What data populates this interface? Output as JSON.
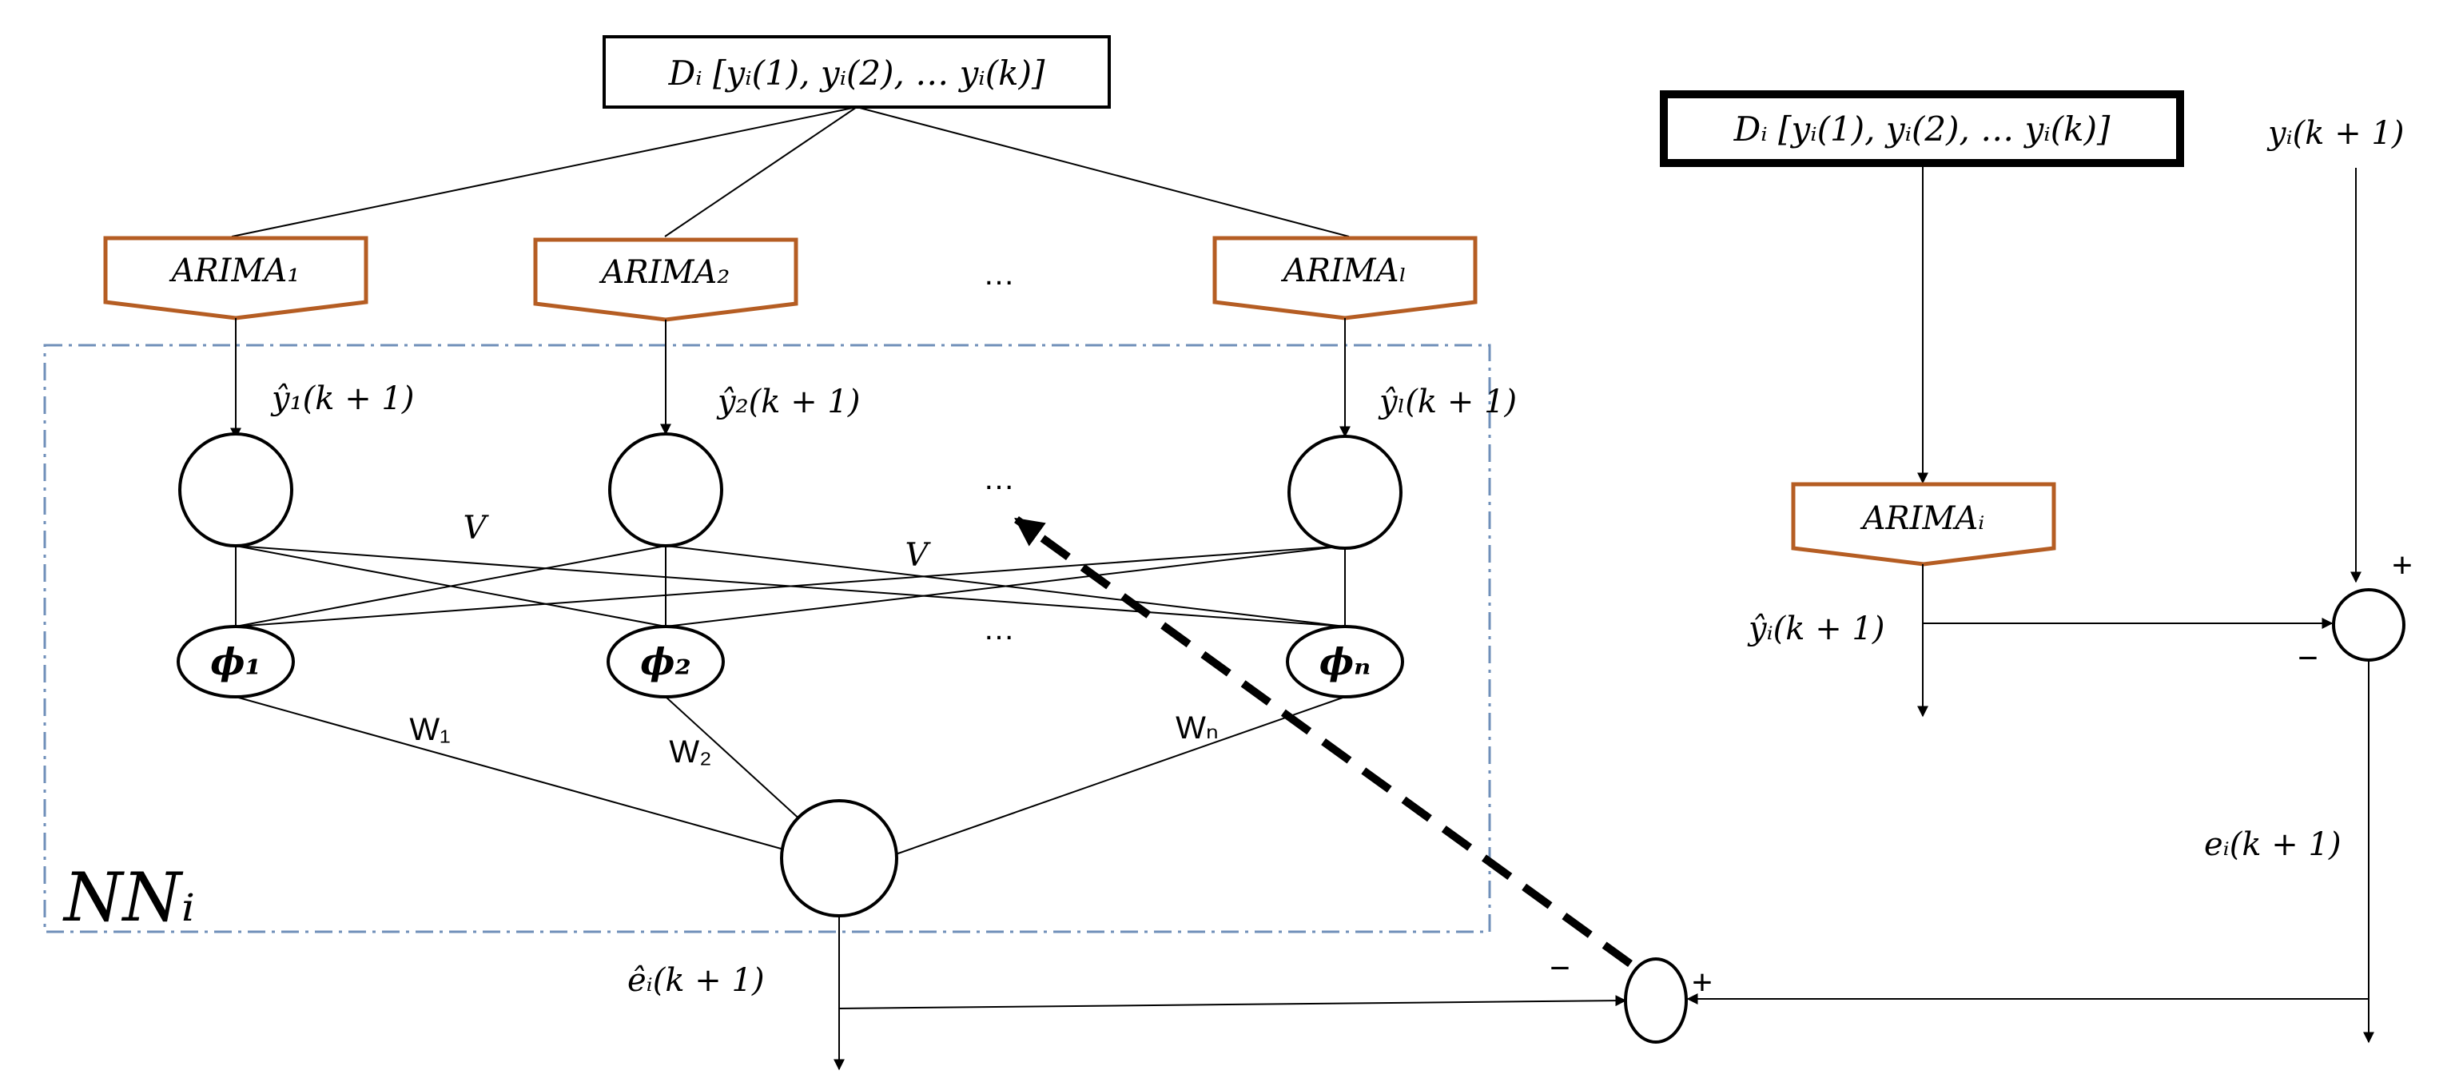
{
  "colors": {
    "arima_border": "#b55d23",
    "nn_region_border": "#6f8fb9",
    "line": "#000000",
    "background": "#ffffff"
  },
  "left": {
    "data_box": "Dᵢ  [yᵢ(1), yᵢ(2), … yᵢ(k)]",
    "arima_models": [
      "ARIMA₁",
      "ARIMA₂",
      "ARIMAₗ"
    ],
    "arima_ellipsis": "…",
    "forecasts": [
      "ŷ₁(k + 1)",
      "ŷ₂(k + 1)",
      "ŷₗ(k + 1)"
    ],
    "input_ellipsis": "…",
    "weight_v": [
      "V",
      "V"
    ],
    "hidden_nodes": [
      "𝝓₁",
      "𝝓₂",
      "𝝓ₙ"
    ],
    "hidden_ellipsis": "…",
    "weights_w": [
      "W₁",
      "W₂",
      "Wₙ"
    ],
    "nn_label": "NNᵢ",
    "nn_output": "êᵢ(k + 1)"
  },
  "right": {
    "data_box": "Dᵢ  [yᵢ(1), yᵢ(2), … yᵢ(k)]",
    "actual_value": "yᵢ(k + 1)",
    "arima_model": "ARIMAᵢ",
    "forecast": "ŷᵢ(k + 1)",
    "sum_plus": "+",
    "sum_minus": "−",
    "error": "eᵢ(k + 1)"
  },
  "bottom_sum": {
    "minus": "−",
    "plus": "+"
  }
}
